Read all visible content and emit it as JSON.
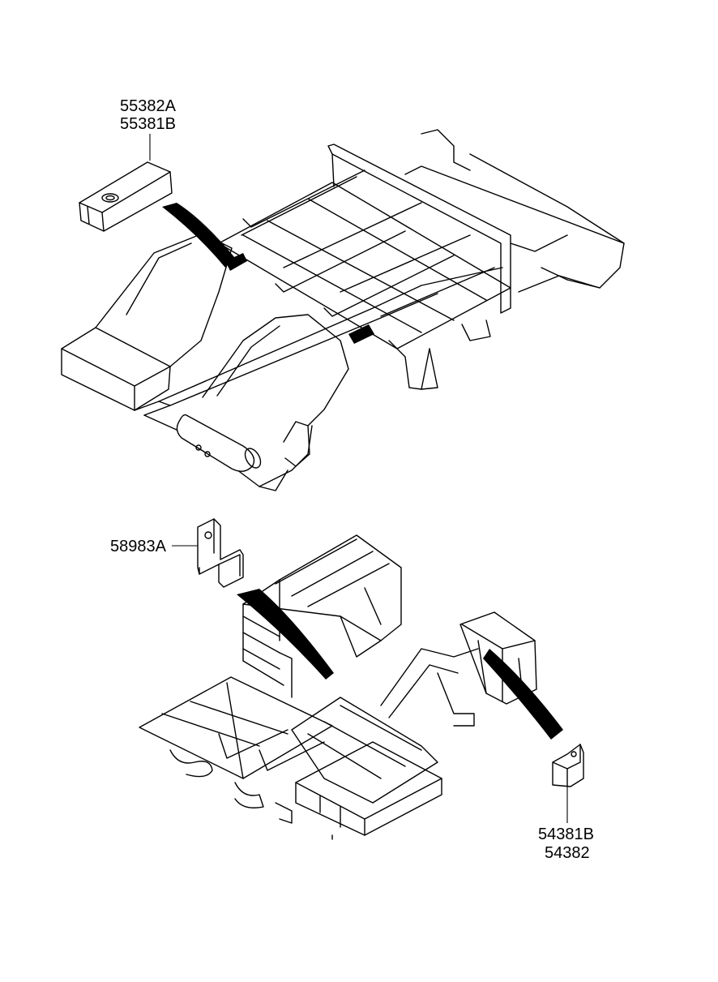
{
  "labels": {
    "top_bracket_a": "55382A",
    "top_bracket_b": "55381B",
    "left_bracket": "58983A",
    "right_bracket_a": "54381B",
    "right_bracket_b": "54382"
  }
}
